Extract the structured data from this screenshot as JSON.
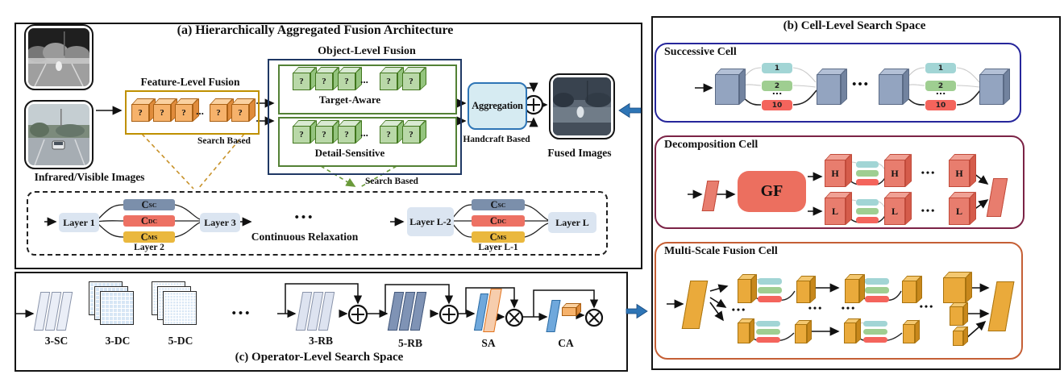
{
  "symbols": {
    "question": "?",
    "hdots": "...",
    "bullets": "•••"
  },
  "panel_a": {
    "title": "(a) Hierarchically Aggregated Fusion Architecture",
    "input_label": "Infrared/Visible Images",
    "fused_label": "Fused Images",
    "feature_fusion": {
      "title": "Feature-Level Fusion",
      "tag": "Search Based"
    },
    "object_fusion": {
      "title": "Object-Level Fusion",
      "target_label": "Target-Aware",
      "detail_label": "Detail-Sensitive",
      "tag": "Search Based"
    },
    "aggregation": {
      "label": "Aggregation",
      "tag": "Handcraft Based"
    },
    "relaxation": {
      "label": "Continuous Relaxation",
      "layer1": "Layer 1",
      "layer2": "Layer 2",
      "layer3": "Layer 3",
      "layer_l2": "Layer L-2",
      "layer_l1": "Layer L-1",
      "layer_l": "Layer L",
      "ops": [
        {
          "base": "C",
          "sub": "SC"
        },
        {
          "base": "C",
          "sub": "DC"
        },
        {
          "base": "C",
          "sub": "MS"
        }
      ]
    }
  },
  "panel_b": {
    "title": "(b) Cell-Level Search Space",
    "successive": {
      "title": "Successive Cell",
      "pills": [
        "1",
        "2",
        "10"
      ]
    },
    "decomposition": {
      "title": "Decomposition Cell",
      "gf": "GF",
      "high": "H",
      "low": "L"
    },
    "multiscale": {
      "title": "Multi-Scale Fusion Cell"
    }
  },
  "panel_c": {
    "title": "(c) Operator-Level Search Space",
    "ops": [
      "3-SC",
      "3-DC",
      "5-DC",
      "3-RB",
      "5-RB",
      "SA",
      "CA"
    ]
  },
  "colors": {
    "panel_border": "#141414",
    "feature_box": "#bf9000",
    "object_box": "#1f3864",
    "inner_green": "#538135",
    "aggregation_fill": "#d6ebf2",
    "aggregation_border": "#2e75b6",
    "successive_border": "#26269b",
    "decomposition_border": "#7b2346",
    "multiscale_border": "#c55f35",
    "cube_orange": "#f6b26b",
    "cube_green": "#b9d8a8",
    "cube_slate": "#93a4c0",
    "cube_salmon": "#e87d6e",
    "cube_gold": "#eaaa3b",
    "pill_teal": "#a2d5d5",
    "pill_green": "#9fce91",
    "pill_red": "#f4645c",
    "bar_sc": "#7b8fab",
    "bar_dc": "#ed7163",
    "bar_ms": "#eab83e",
    "layer_fill": "#dbe5f1",
    "link_blue": "#2e75b6",
    "dash_tan": "#c8922a",
    "dash_green": "#6a9a3a"
  }
}
